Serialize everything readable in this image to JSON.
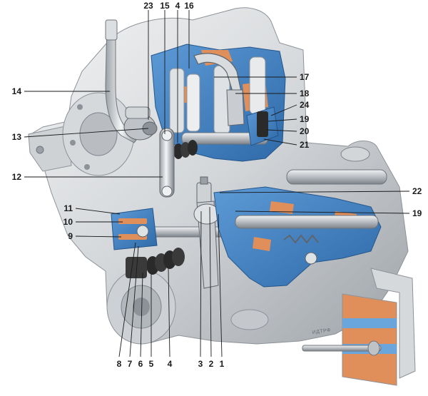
{
  "watermark": "ИДТРФ",
  "callouts": {
    "c1": "1",
    "c2": "2",
    "c3": "3",
    "c4": "4",
    "c4b": "4",
    "c5": "5",
    "c6": "6",
    "c7": "7",
    "c8": "8",
    "c9": "9",
    "c10": "10",
    "c11": "11",
    "c12": "12",
    "c13": "13",
    "c14": "14",
    "c15": "15",
    "c16": "16",
    "c17": "17",
    "c18": "18",
    "c19": "19",
    "c19b": "19",
    "c20": "20",
    "c21": "21",
    "c22": "22",
    "c23": "23",
    "c24": "24"
  },
  "colors": {
    "metal_light": "#e4e6e8",
    "metal_mid": "#c4c8cc",
    "metal_dark": "#8d9298",
    "cutaway_blue": "#3b7fc4",
    "copper": "#e08f5a",
    "boot_black": "#2a2a2a",
    "label": "#1a1a1a"
  }
}
